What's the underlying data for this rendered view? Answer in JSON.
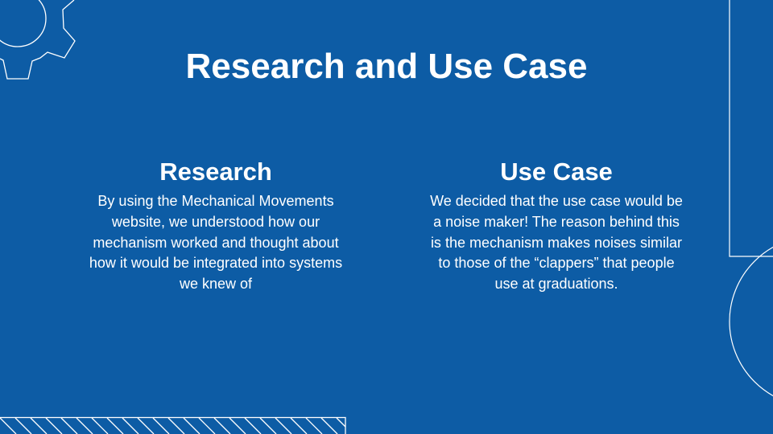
{
  "slide": {
    "title": "Research and Use Case",
    "columns": [
      {
        "heading": "Research",
        "body": "By using the Mechanical Movements website, we understood how our mechanism worked and thought about how it would be integrated into systems we knew of"
      },
      {
        "heading": "Use Case",
        "body": "We decided that the use case would be a noise maker! The reason behind this is the mechanism makes noises similar to those of the “clappers” that people use at graduations."
      }
    ]
  },
  "colors": {
    "background": "#0d5ca5",
    "foreground": "#ffffff"
  }
}
